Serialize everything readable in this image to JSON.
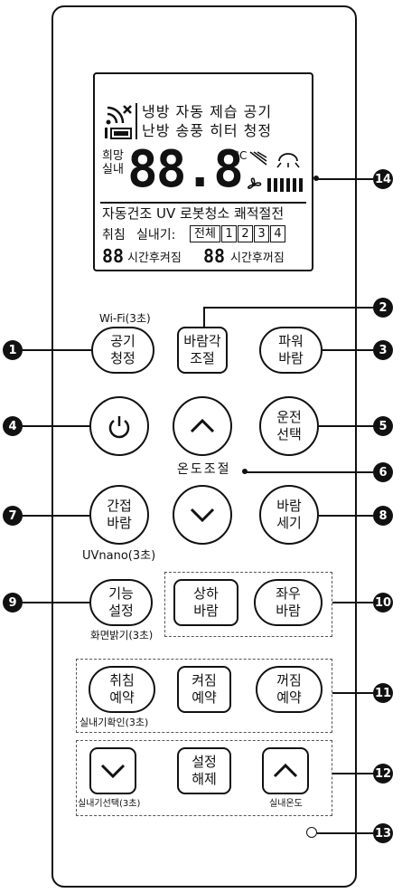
{
  "lcd": {
    "modes_row1": [
      "냉방",
      "자동",
      "제습",
      "공기"
    ],
    "modes_row2": [
      "난방",
      "송풍",
      "히터",
      "청정"
    ],
    "hope_label": "희망",
    "indoor_label": "실내",
    "temp_display": "88.8",
    "celsius": "°C",
    "features_row": "자동건조 UV 로봇청소 쾌적절전",
    "sleep_label": "취침",
    "indoor_unit_label": "실내기:",
    "unit_options": [
      "전체",
      "1",
      "2",
      "3",
      "4"
    ],
    "timer_digits_1": "88",
    "timer_on_label": "시간후켜짐",
    "timer_digits_2": "88",
    "timer_off_label": "시간후꺼짐"
  },
  "buttons": {
    "wifi_caption": "Wi-Fi(3초)",
    "air_purify": [
      "공기",
      "청정"
    ],
    "wind_angle": [
      "바람각",
      "조절"
    ],
    "power_wind": [
      "파워",
      "바람"
    ],
    "mode_select": [
      "운전",
      "선택"
    ],
    "temp_adjust_label": "온도조절",
    "indirect_wind": [
      "간접",
      "바람"
    ],
    "uvnano_caption": "UVnano(3초)",
    "wind_strength": [
      "바람",
      "세기"
    ],
    "function_set": [
      "기능",
      "설정"
    ],
    "brightness_caption": "화면밝기(3초)",
    "updown_wind": [
      "상하",
      "바람"
    ],
    "leftright_wind": [
      "좌우",
      "바람"
    ],
    "sleep_reserve": [
      "취침",
      "예약"
    ],
    "on_reserve": [
      "켜짐",
      "예약"
    ],
    "off_reserve": [
      "꺼짐",
      "예약"
    ],
    "indoor_check_caption": "실내기확인(3초)",
    "set_cancel": [
      "설정",
      "해제"
    ],
    "indoor_select_caption": "실내기선택(3초)",
    "indoor_temp_caption": "실내온도"
  },
  "callouts": [
    "1",
    "2",
    "3",
    "4",
    "5",
    "6",
    "7",
    "8",
    "9",
    "10",
    "11",
    "12",
    "13",
    "14"
  ]
}
